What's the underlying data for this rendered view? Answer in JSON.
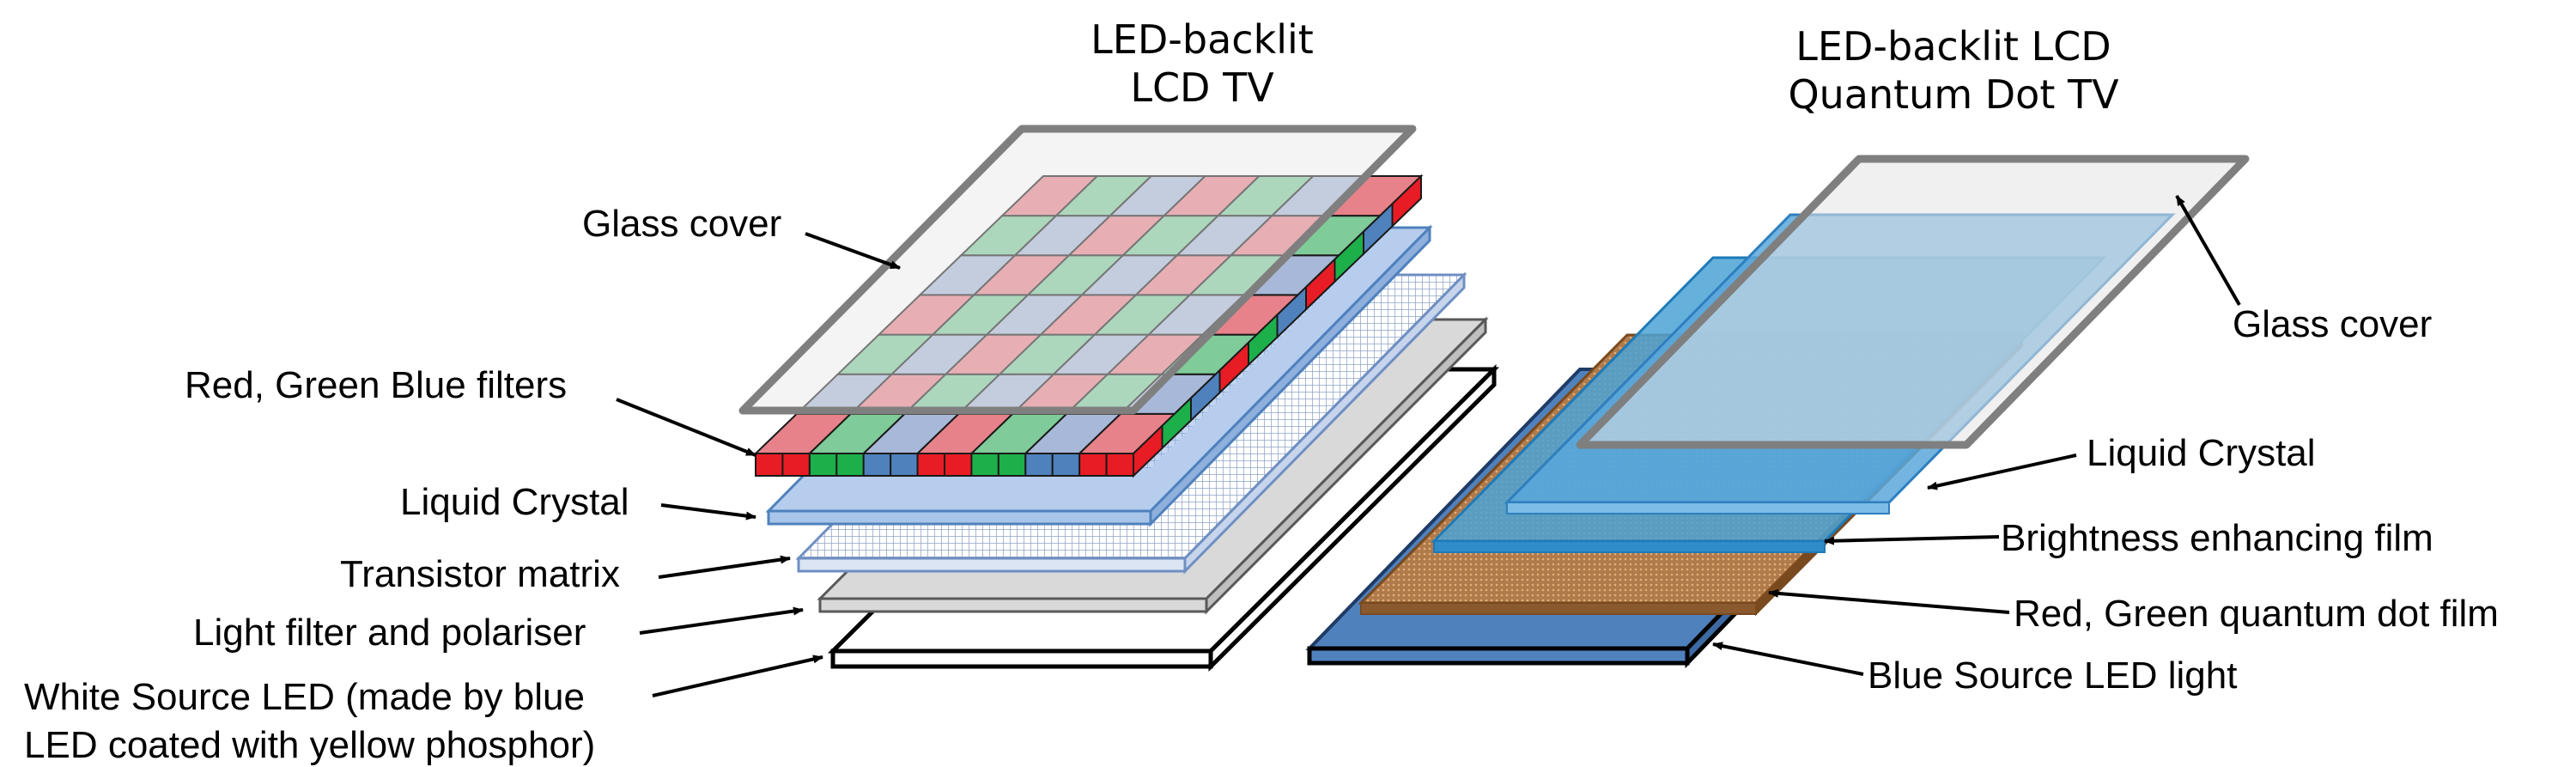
{
  "left_panel": {
    "title_line1": "LED-backlit",
    "title_line2": "LCD TV",
    "labels": {
      "glass_cover": "Glass cover",
      "rgb_filters": "Red, Green Blue filters",
      "liquid_crystal": "Liquid Crystal",
      "transistor_matrix": "Transistor matrix",
      "light_filter": "Light filter and polariser",
      "white_led_line1": "White Source LED (made by blue",
      "white_led_line2": "LED coated with yellow phosphor)"
    }
  },
  "right_panel": {
    "title_line1": "LED-backlit LCD",
    "title_line2": "Quantum Dot TV",
    "labels": {
      "glass_cover": "Glass cover",
      "liquid_crystal": "Liquid Crystal",
      "brightness_film": "Brightness enhancing film",
      "quantum_dot_film": "Red, Green quantum dot film",
      "blue_led": "Blue Source LED light"
    }
  },
  "colors": {
    "filter_red": "#e8828a",
    "filter_green": "#7fcb99",
    "filter_blue": "#a8b8d8",
    "strip_red": "#e81c24",
    "strip_green": "#1db04a",
    "strip_blue": "#4f81bd",
    "glass_stroke": "#7f7f7f",
    "liquid_crystal": "#a9c6ea",
    "quantum_dot": "#b57a45",
    "blue_led": "#4f81bd"
  }
}
